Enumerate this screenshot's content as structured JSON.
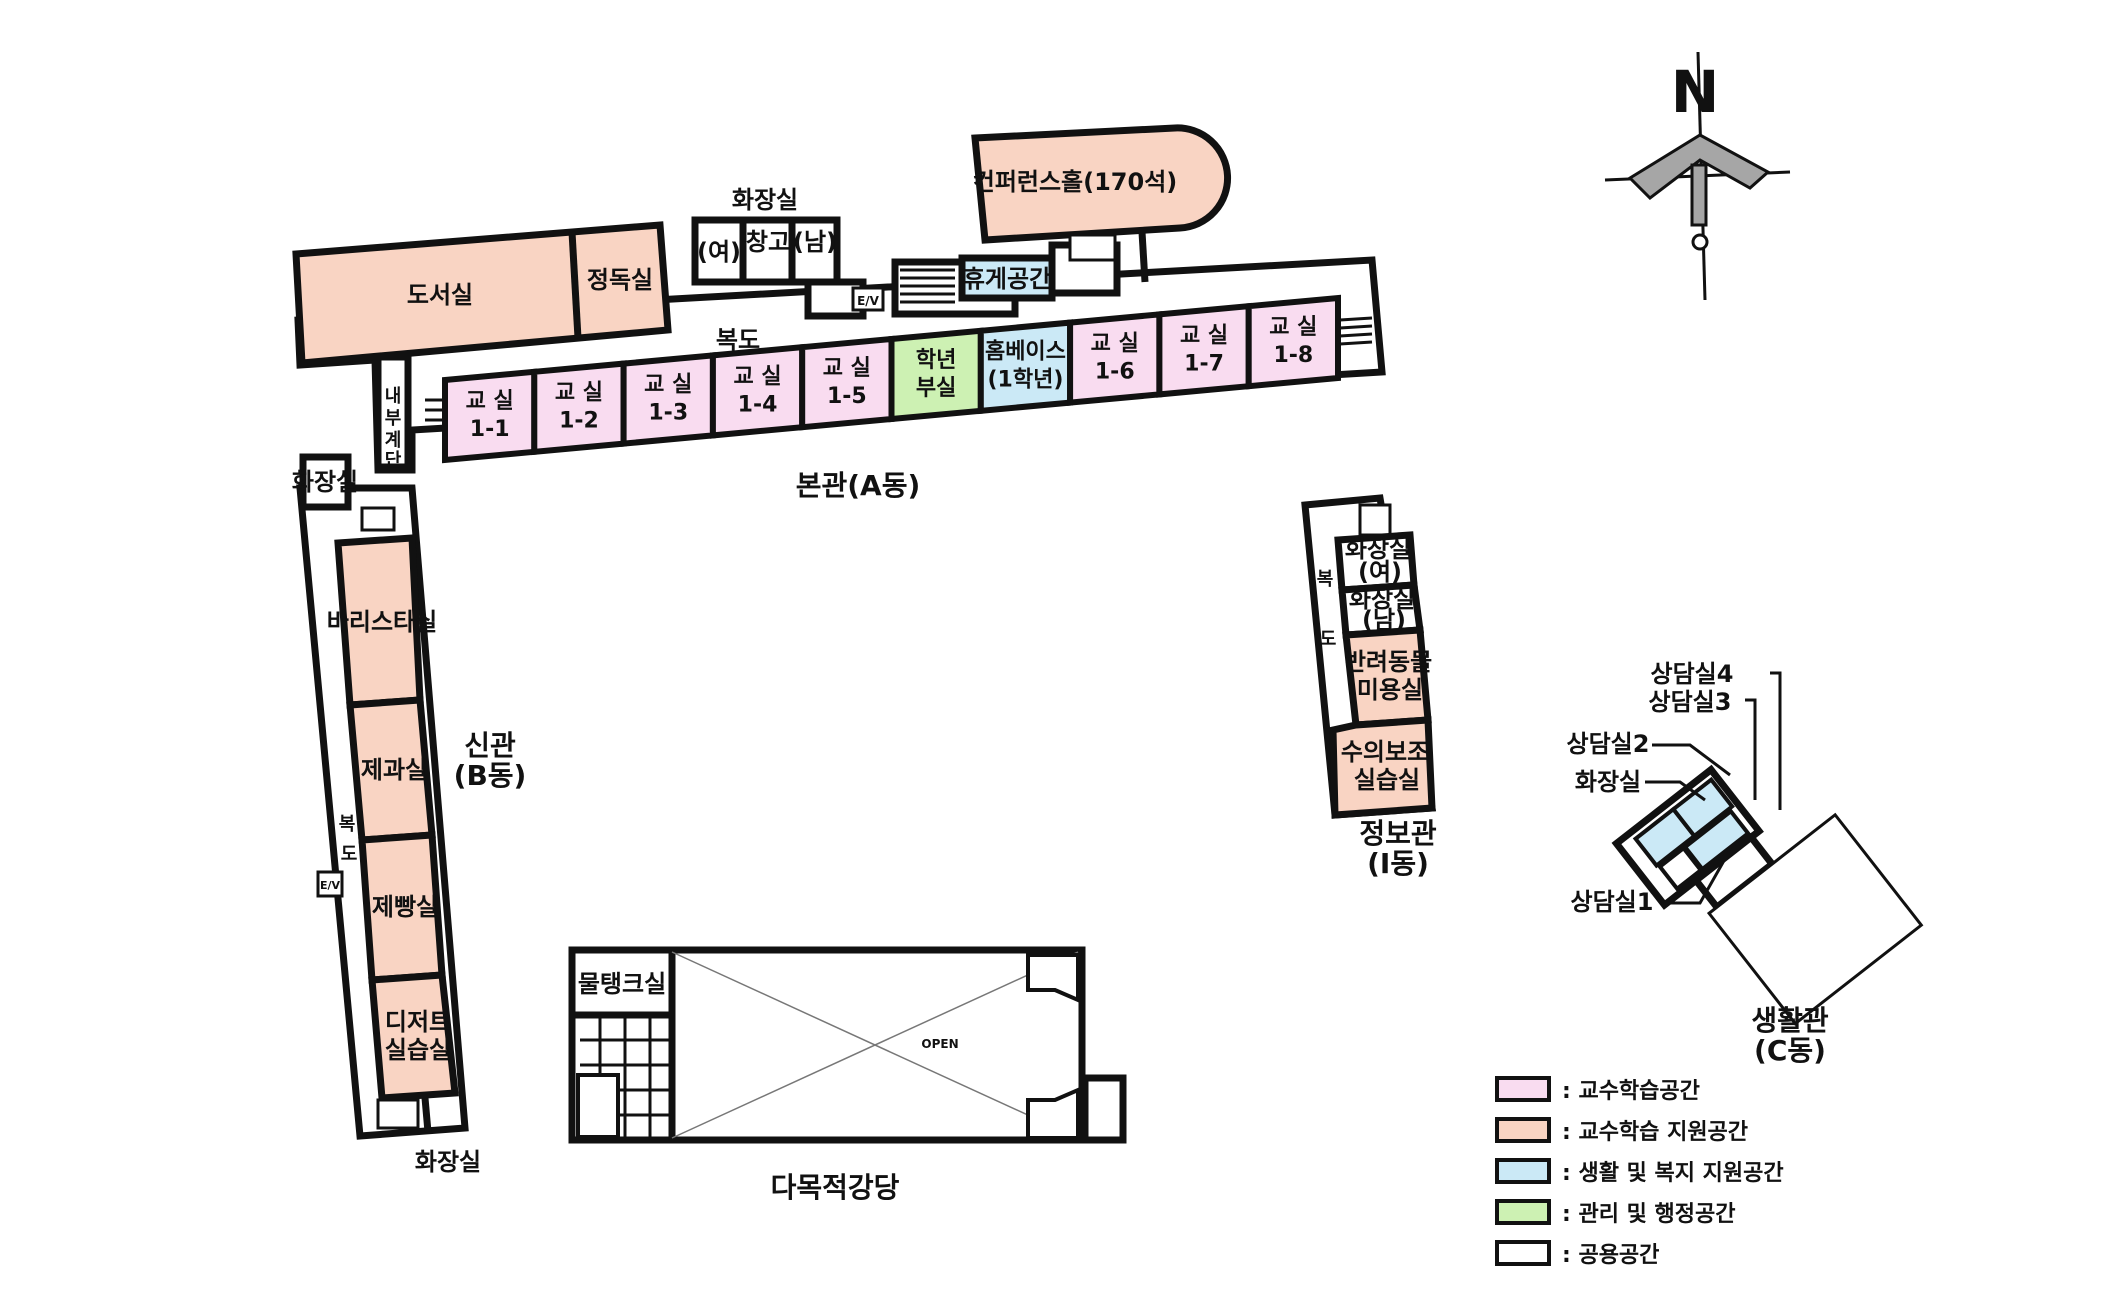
{
  "colors": {
    "teaching": "#f9dcf0",
    "teaching_support": "#f9d4c3",
    "welfare": "#cbe9f6",
    "admin": "#cdf1b3",
    "common": "#ffffff",
    "line": "#111111"
  },
  "compass": {
    "north": "N"
  },
  "buildings": {
    "main": "본관(A동)",
    "new": [
      "신관",
      "(B동)"
    ],
    "info": [
      "정보관",
      "(I동)"
    ],
    "life": [
      "생활관",
      "(C동)"
    ],
    "auditorium": "다목적강당"
  },
  "main_rooms": {
    "library": "도서실",
    "reading": "정독실",
    "conference": "컨퍼런스홀(170석)",
    "toilet_top": "화장실",
    "toilet_f": "(여)",
    "storage": "창고",
    "toilet_m": "(남)",
    "ev": "E/V",
    "lounge": "휴게공간",
    "corridor": "복도",
    "inner_stair": [
      "내",
      "부",
      "계",
      "단"
    ],
    "classrooms": [
      {
        "l1": "교 실",
        "l2": "1-1"
      },
      {
        "l1": "교 실",
        "l2": "1-2"
      },
      {
        "l1": "교 실",
        "l2": "1-3"
      },
      {
        "l1": "교 실",
        "l2": "1-4"
      },
      {
        "l1": "교 실",
        "l2": "1-5"
      },
      {
        "l1": "교 실",
        "l2": "1-6"
      },
      {
        "l1": "교 실",
        "l2": "1-7"
      },
      {
        "l1": "교 실",
        "l2": "1-8"
      }
    ],
    "office": [
      "학년",
      "부실"
    ],
    "homebase": [
      "홈베이스",
      "(1학년)"
    ]
  },
  "new_rooms": {
    "toilet_top": "화장실",
    "barista": "바리스타실",
    "bakery": "제과실",
    "bread": "제빵실",
    "dessert": [
      "디저트",
      "실습실"
    ],
    "corridor": [
      "복",
      "도"
    ],
    "ev": "E/V",
    "toilet_bottom": "화장실"
  },
  "info_rooms": {
    "toilet_f": [
      "화장실",
      "(여)"
    ],
    "toilet_m": [
      "화장실",
      "(남)"
    ],
    "corridor": [
      "복",
      "도"
    ],
    "pet": [
      "반려동물",
      "미용실"
    ],
    "vet": [
      "수의보조",
      "실습실"
    ]
  },
  "life_rooms": {
    "c4": "상담실4",
    "c3": "상담실3",
    "c2": "상담실2",
    "toilet": "화장실",
    "c1": "상담실1"
  },
  "auditorium_rooms": {
    "tank": "물탱크실",
    "open": "OPEN"
  },
  "legend": [
    {
      "color": "#f9dcf0",
      "label": ": 교수학습공간"
    },
    {
      "color": "#f9d4c3",
      "label": ": 교수학습 지원공간"
    },
    {
      "color": "#cbe9f6",
      "label": ": 생활 및 복지 지원공간"
    },
    {
      "color": "#cdf1b3",
      "label": ": 관리 및 행정공간"
    },
    {
      "color": "#ffffff",
      "label": ": 공용공간"
    }
  ]
}
